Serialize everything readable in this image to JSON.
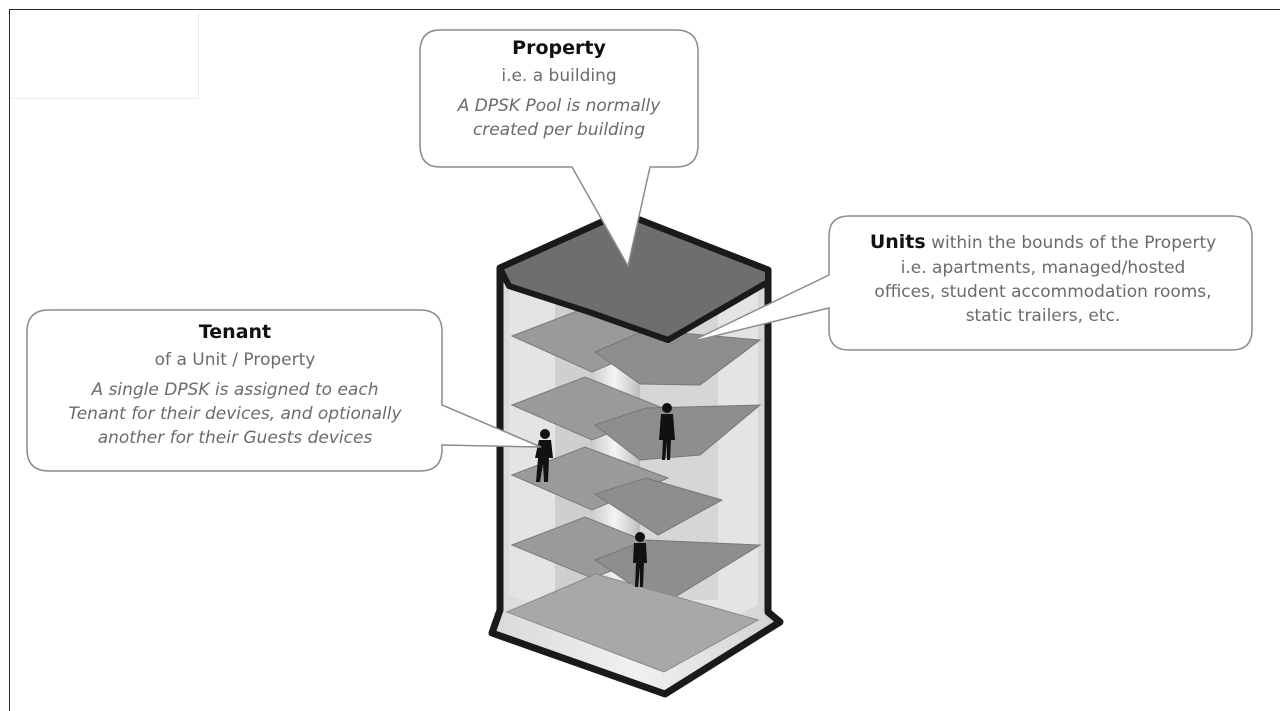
{
  "callouts": {
    "property": {
      "title": "Property",
      "subtitle": "i.e. a building",
      "description_lines": [
        "A DPSK Pool is normally",
        "created per building"
      ]
    },
    "units": {
      "title": "Units",
      "title_suffix": " within the bounds of the Property",
      "description_lines": [
        "i.e. apartments, managed/hosted",
        "offices, student accommodation rooms,",
        "static trailers, etc."
      ]
    },
    "tenant": {
      "title": "Tenant",
      "subtitle": "of a Unit / Property",
      "description_lines": [
        "A single DPSK is assigned to each",
        "Tenant for their devices, and optionally",
        "another for their Guests devices"
      ]
    }
  },
  "colors": {
    "callout_border": "#8c8c8c",
    "building_outline": "#1a1a1a",
    "roof": "#6e6e6e",
    "floor": "#8d8d8d",
    "interior": "#e6e6e6",
    "silhouette": "#111111"
  },
  "icons": [
    "person-silhouette-icon",
    "person-silhouette-icon",
    "person-silhouette-icon"
  ]
}
